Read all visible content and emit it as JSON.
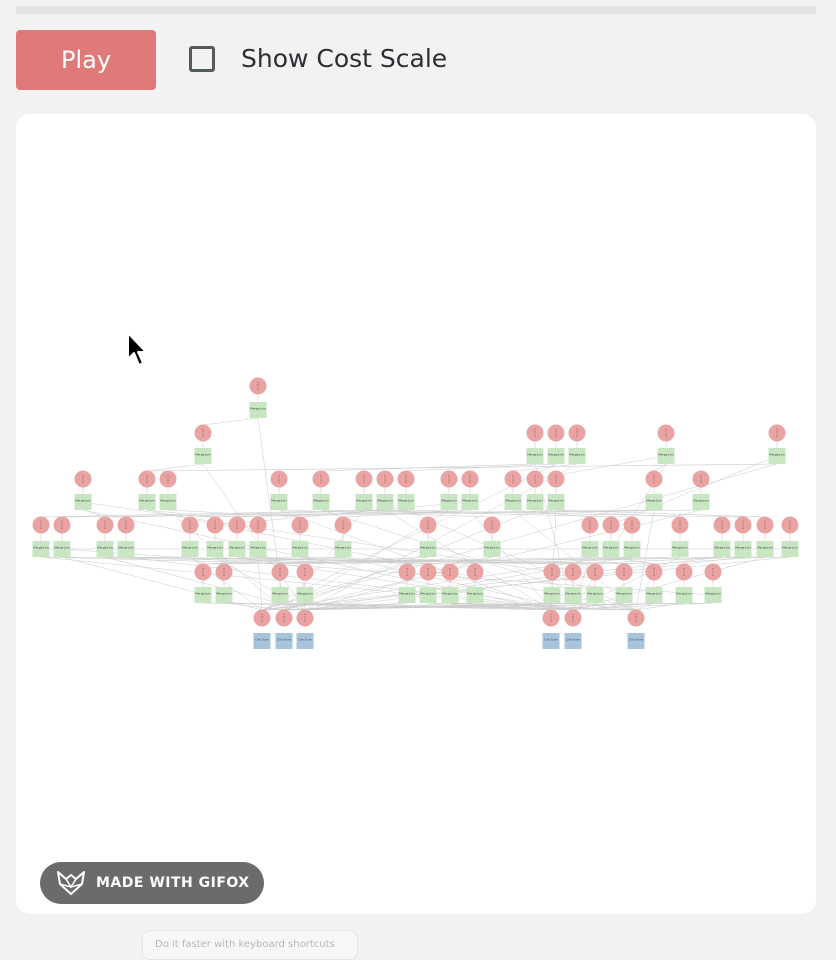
{
  "toolbar": {
    "play_label": "Play",
    "cost_scale_label": "Show Cost Scale",
    "cost_scale_checked": false
  },
  "graph": {
    "node_labels": {
      "join": "Merge Join",
      "scan": "Clie Scan"
    },
    "colors": {
      "circle": "#eaa3a3",
      "join": "#c9e6c3",
      "scan": "#a8c4dc",
      "edge": "#cccccc"
    }
  },
  "badge": {
    "text": "MADE WITH GIFOX"
  },
  "hint": {
    "text": "Do it faster with keyboard shortcuts"
  },
  "cursor": {
    "icon": "arrow-pointer-icon"
  }
}
